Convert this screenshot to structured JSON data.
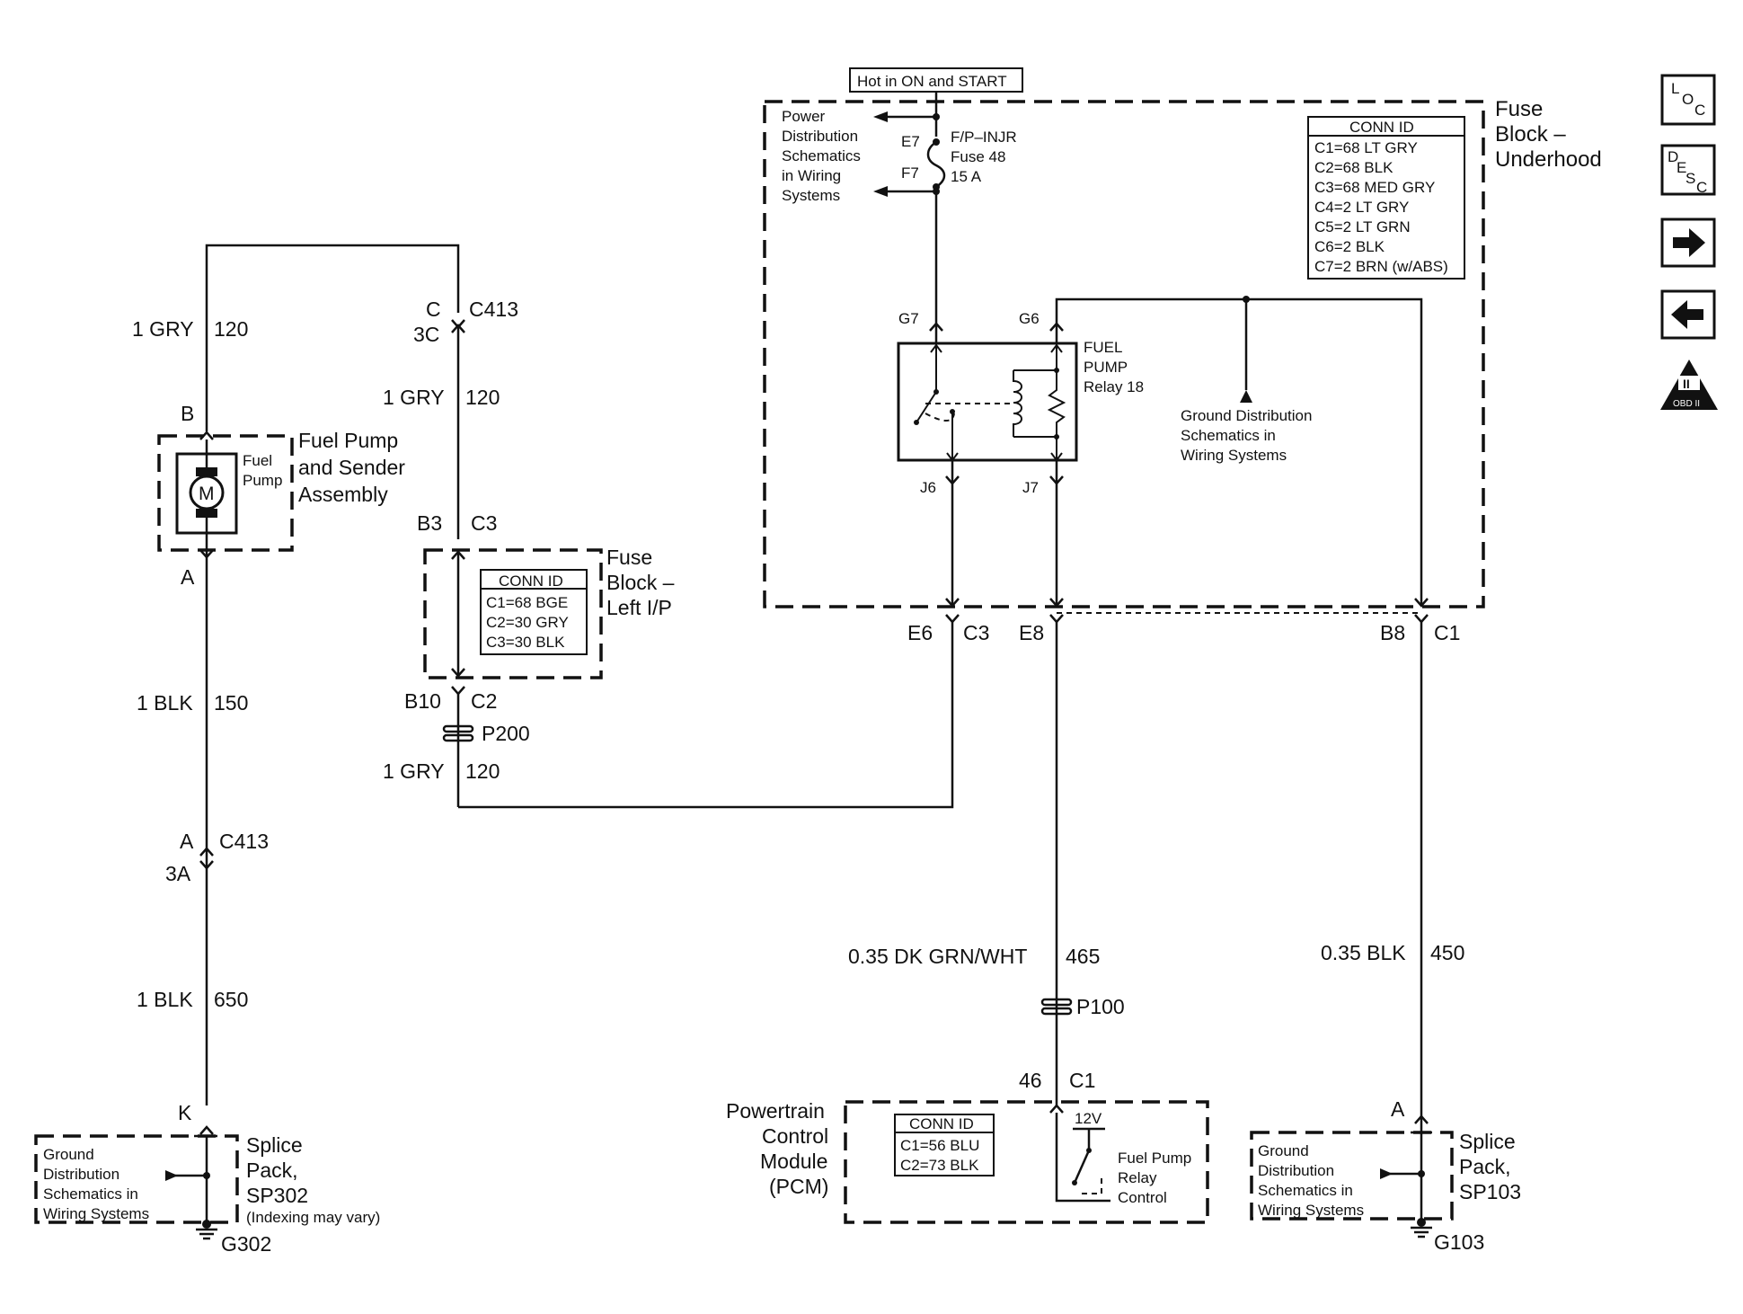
{
  "top": {
    "hot_label": "Hot in ON and START"
  },
  "fuse_block_underhood": {
    "title": [
      "Fuse",
      "Block –",
      "Underhood"
    ],
    "conn_id_title": "CONN ID",
    "conn_ids": [
      "C1=68 LT GRY",
      "C2=68 BLK",
      "C3=68 MED GRY",
      "C4=2 LT GRY",
      "C5=2 LT GRN",
      "C6=2 BLK",
      "C7=2 BRN (w/ABS)"
    ],
    "power_dist": [
      "Power",
      "Distribution",
      "Schematics",
      "in Wiring",
      "Systems"
    ],
    "fuse_label": [
      "F/P–INJR",
      "Fuse 48",
      "15 A"
    ],
    "pin_e7": "E7",
    "pin_f7": "F7",
    "pin_g7": "G7",
    "pin_g6": "G6",
    "pin_j6": "J6",
    "pin_j7": "J7",
    "relay_label": [
      "FUEL",
      "PUMP",
      "Relay 18"
    ],
    "ground_dist": [
      "Ground Distribution",
      "Schematics in",
      "Wiring Systems"
    ],
    "e6": "E6",
    "c3": "C3",
    "e8": "E8",
    "b8": "B8",
    "c1": "C1"
  },
  "left_circuit": {
    "wire_top": {
      "color": "1 GRY",
      "circuit": "120"
    },
    "pin_b": "B",
    "pin_a": "A",
    "motor_symbol": "M",
    "fuel_pump_inner": [
      "Fuel",
      "Pump"
    ],
    "assembly_label": [
      "Fuel Pump",
      "and Sender",
      "Assembly"
    ],
    "wire_mid": {
      "color": "1 BLK",
      "circuit": "150"
    },
    "c413_a": "A",
    "c413_label": "C413",
    "c413_3a": "3A",
    "wire_low": {
      "color": "1 BLK",
      "circuit": "650"
    },
    "pin_k": "K",
    "ground_dist": [
      "Ground",
      "Distribution",
      "Schematics in",
      "Wiring Systems"
    ],
    "splice_label": [
      "Splice",
      "Pack,",
      "SP302"
    ],
    "indexing": "(Indexing may vary)",
    "ground": "G302"
  },
  "center_circuit": {
    "c413_c": "C",
    "c413_label": "C413",
    "c413_3c": "3C",
    "wire_1": {
      "color": "1 GRY",
      "circuit": "120"
    },
    "b3": "B3",
    "c3": "C3",
    "fuse_block_lip": [
      "Fuse",
      "Block –",
      "Left I/P"
    ],
    "conn_id_title": "CONN ID",
    "conn_ids": [
      "C1=68 BGE",
      "C2=30 GRY",
      "C3=30 BLK"
    ],
    "b10": "B10",
    "c2": "C2",
    "p200": "P200",
    "wire_2": {
      "color": "1 GRY",
      "circuit": "120"
    }
  },
  "pcm_circuit": {
    "wire": {
      "color": "0.35 DK GRN/WHT",
      "circuit": "465"
    },
    "p100": "P100",
    "pin_46": "46",
    "c1": "C1",
    "pcm_label": [
      "Powertrain",
      "Control",
      "Module",
      "(PCM)"
    ],
    "conn_id_title": "CONN ID",
    "conn_ids": [
      "C1=56 BLU",
      "C2=73 BLK"
    ],
    "v12": "12V",
    "relay_control": [
      "Fuel Pump",
      "Relay",
      "Control"
    ]
  },
  "right_circuit": {
    "wire": {
      "color": "0.35 BLK",
      "circuit": "450"
    },
    "pin_a": "A",
    "ground_dist": [
      "Ground",
      "Distribution",
      "Schematics in",
      "Wiring Systems"
    ],
    "splice_label": [
      "Splice",
      "Pack,",
      "SP103"
    ],
    "ground": "G103"
  },
  "side_icons": {
    "loc": [
      "L",
      "O",
      "C"
    ],
    "desc": [
      "D",
      "E",
      "S",
      "C"
    ],
    "obd_top": "II",
    "obd_bottom": "OBD II",
    "icon_names": [
      "loc-icon",
      "desc-icon",
      "arrow-right-icon",
      "arrow-left-icon",
      "obd-ii-icon"
    ]
  }
}
